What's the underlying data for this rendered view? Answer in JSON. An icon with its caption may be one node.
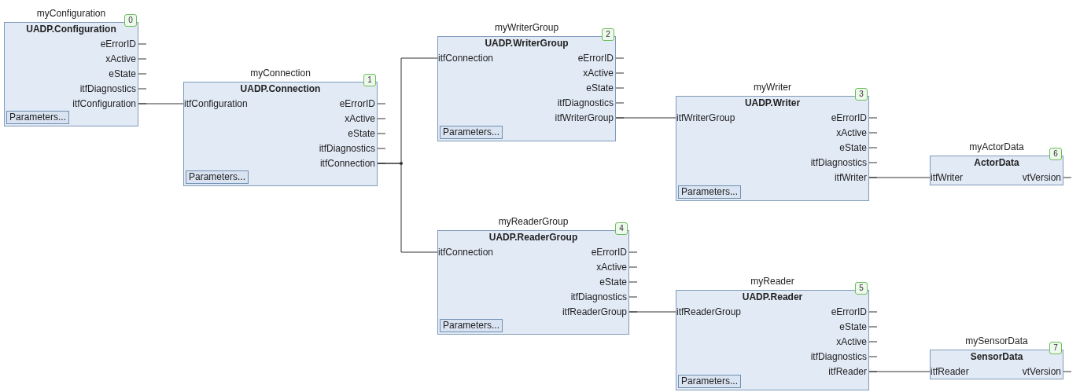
{
  "diagram": {
    "nodes": [
      {
        "text": [
          "myConfiguration",
          "UADP.Configuration"
        ]
      },
      {
        "text": [
          "0"
        ],
        "in": 0
      },
      {
        "text": [
          "eErrorID"
        ],
        "in": 0
      },
      {
        "text": [
          "xActive"
        ],
        "in": 0
      },
      {
        "text": [
          "eState"
        ],
        "in": 0
      },
      {
        "text": [
          "itfDiagnostics"
        ],
        "in": 0
      },
      {
        "text": [
          "itfConfiguration"
        ],
        "in": 0
      },
      {
        "text": [
          "Parameters..."
        ],
        "in": 0
      },
      {
        "text": [
          "myConnection",
          "UADP.Connection"
        ]
      },
      {
        "text": [
          "1"
        ],
        "in": 8
      },
      {
        "text": [
          "itfConfiguration"
        ],
        "in": 8
      },
      {
        "text": [
          "eErrorID"
        ],
        "in": 8
      },
      {
        "text": [
          "xActive"
        ],
        "in": 8
      },
      {
        "text": [
          "eState"
        ],
        "in": 8
      },
      {
        "text": [
          "itfDiagnostics"
        ],
        "in": 8
      },
      {
        "text": [
          "itfConnection"
        ],
        "in": 8
      },
      {
        "text": [
          "Parameters..."
        ],
        "in": 8
      },
      {
        "text": [
          "myWriterGroup",
          "UADP.WriterGroup"
        ]
      },
      {
        "text": [
          "2"
        ],
        "in": 17
      },
      {
        "text": [
          "itfConnection"
        ],
        "in": 17
      },
      {
        "text": [
          "eErrorID"
        ],
        "in": 17
      },
      {
        "text": [
          "xActive"
        ],
        "in": 17
      },
      {
        "text": [
          "eState"
        ],
        "in": 17
      },
      {
        "text": [
          "itfDiagnostics"
        ],
        "in": 17
      },
      {
        "text": [
          "itfWriterGroup"
        ],
        "in": 17
      },
      {
        "text": [
          "Parameters..."
        ],
        "in": 17
      },
      {
        "text": [
          "myWriter",
          "UADP.Writer"
        ]
      },
      {
        "text": [
          "3"
        ],
        "in": 26
      },
      {
        "text": [
          "itfWriterGroup"
        ],
        "in": 26
      },
      {
        "text": [
          "eErrorID"
        ],
        "in": 26
      },
      {
        "text": [
          "xActive"
        ],
        "in": 26
      },
      {
        "text": [
          "eState"
        ],
        "in": 26
      },
      {
        "text": [
          "itfDiagnostics"
        ],
        "in": 26
      },
      {
        "text": [
          "itfWriter"
        ],
        "in": 26
      },
      {
        "text": [
          "Parameters..."
        ],
        "in": 26
      },
      {
        "text": [
          "myActorData",
          "ActorData"
        ]
      },
      {
        "text": [
          "6"
        ],
        "in": 35
      },
      {
        "text": [
          "itfWriter"
        ],
        "in": 35
      },
      {
        "text": [
          "vtVersion"
        ],
        "in": 35
      },
      {
        "text": [
          "myReaderGroup",
          "UADP.ReaderGroup"
        ]
      },
      {
        "text": [
          "4"
        ],
        "in": 39
      },
      {
        "text": [
          "itfConnection"
        ],
        "in": 39
      },
      {
        "text": [
          "eErrorID"
        ],
        "in": 39
      },
      {
        "text": [
          "xActive"
        ],
        "in": 39
      },
      {
        "text": [
          "eState"
        ],
        "in": 39
      },
      {
        "text": [
          "itfDiagnostics"
        ],
        "in": 39
      },
      {
        "text": [
          "itfReaderGroup"
        ],
        "in": 39
      },
      {
        "text": [
          "Parameters..."
        ],
        "in": 39
      },
      {
        "text": [
          "myReader",
          "UADP.Reader"
        ]
      },
      {
        "text": [
          "5"
        ],
        "in": 48
      },
      {
        "text": [
          "itfReaderGroup"
        ],
        "in": 48
      },
      {
        "text": [
          "eErrorID"
        ],
        "in": 48
      },
      {
        "text": [
          "eState"
        ],
        "in": 48
      },
      {
        "text": [
          "xActive"
        ],
        "in": 48
      },
      {
        "text": [
          "itfDiagnostics"
        ],
        "in": 48
      },
      {
        "text": [
          "itfReader"
        ],
        "in": 48
      },
      {
        "text": [
          "Parameters..."
        ],
        "in": 48
      },
      {
        "text": [
          "mySensorData",
          "SensorData"
        ]
      },
      {
        "text": [
          "7"
        ],
        "in": 57
      },
      {
        "text": [
          "itfReader"
        ],
        "in": 57
      },
      {
        "text": [
          "vtVersion"
        ],
        "in": 57
      }
    ],
    "edges": [
      {
        "from": 6,
        "to": 10,
        "arrow": "none"
      },
      {
        "from": 15,
        "to": 19,
        "arrow": "none"
      },
      {
        "from": 15,
        "to": 41,
        "arrow": "none"
      },
      {
        "from": 24,
        "to": 28,
        "arrow": "none"
      },
      {
        "from": 33,
        "to": 37,
        "arrow": "none"
      },
      {
        "from": 46,
        "to": 50,
        "arrow": "none"
      },
      {
        "from": 55,
        "to": 59,
        "arrow": "none"
      }
    ]
  }
}
